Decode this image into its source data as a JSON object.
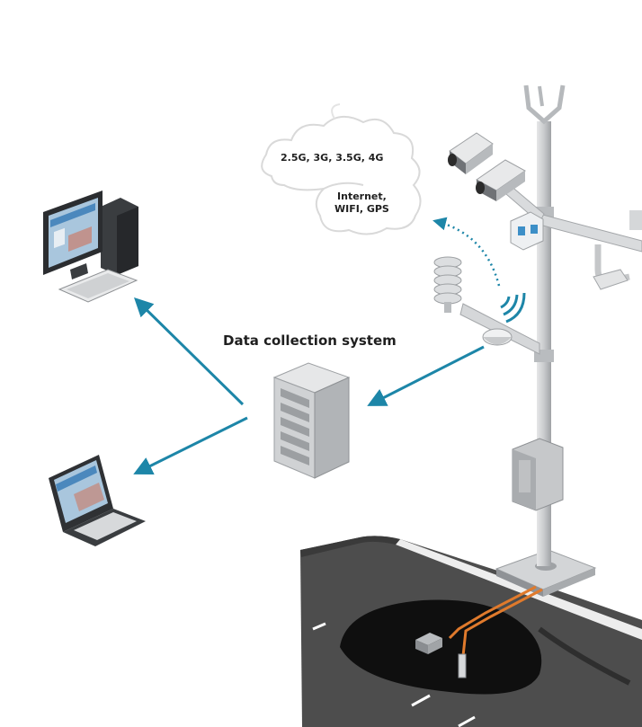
{
  "title": "Data collection system",
  "cloud_networks": "2.5G, 3G, 3.5G, 4G",
  "cloud_services": [
    "Internet,",
    "WIFI, GPS"
  ],
  "colors": {
    "arrow": "#1d86a8",
    "road": "#4a4a4a",
    "cable": "#e07a2c",
    "pole": "#c8cacc",
    "cloud_stroke": "#d9d9d9"
  },
  "icons": [
    "desktop-computer-icon",
    "laptop-icon",
    "server-cabinet-icon",
    "cloud-icon",
    "weather-station-pole-icon",
    "camera-icon",
    "wifi-signal-icon",
    "road-sensor-icon"
  ]
}
